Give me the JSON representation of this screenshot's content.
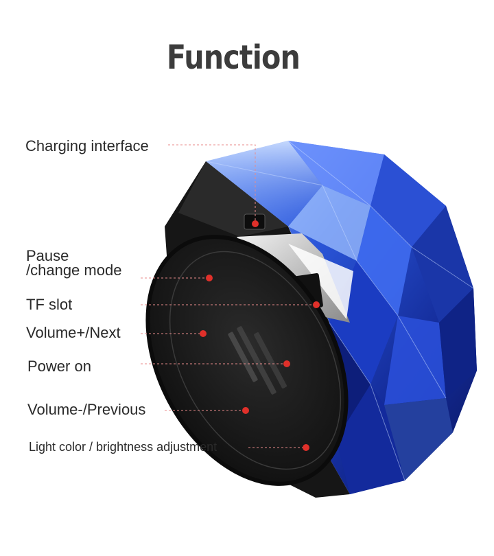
{
  "title": "Function",
  "callouts": [
    {
      "id": "charging",
      "text": "Charging interface"
    },
    {
      "id": "pause",
      "lines": [
        "Pause",
        "/change mode"
      ]
    },
    {
      "id": "tf",
      "text": "TF slot"
    },
    {
      "id": "volup",
      "text": "Volume+/Next"
    },
    {
      "id": "power",
      "text": "Power on"
    },
    {
      "id": "voldown",
      "text": "Volume-/Previous"
    },
    {
      "id": "light",
      "text": "Light color / brightness adjustment"
    }
  ],
  "colors": {
    "title": "#3c3c3c",
    "dot": "#e0302a",
    "leader": "#e88a8a",
    "crystal": "#1d3fb5",
    "body": "#1a1a1a"
  }
}
